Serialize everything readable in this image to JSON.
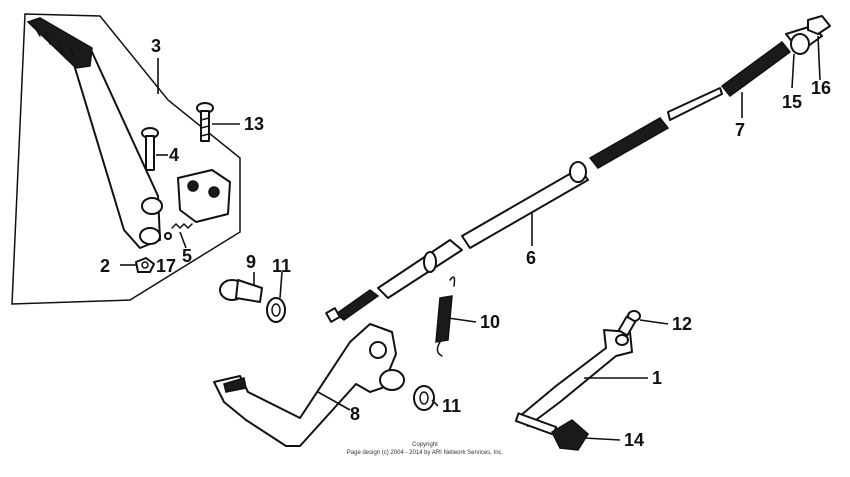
{
  "diagram": {
    "callouts": {
      "c1": "1",
      "c2": "2",
      "c3": "3",
      "c4": "4",
      "c5": "5",
      "c6": "6",
      "c7": "7",
      "c8": "8",
      "c9": "9",
      "c10": "10",
      "c11a": "11",
      "c11b": "11",
      "c12": "12",
      "c13": "13",
      "c14": "14",
      "c15": "15",
      "c16": "16",
      "c17": "17"
    },
    "copyright": {
      "line1": "Copyright",
      "line2": "Page design (c) 2004 - 2014 by ARI Network Services, Inc."
    }
  }
}
